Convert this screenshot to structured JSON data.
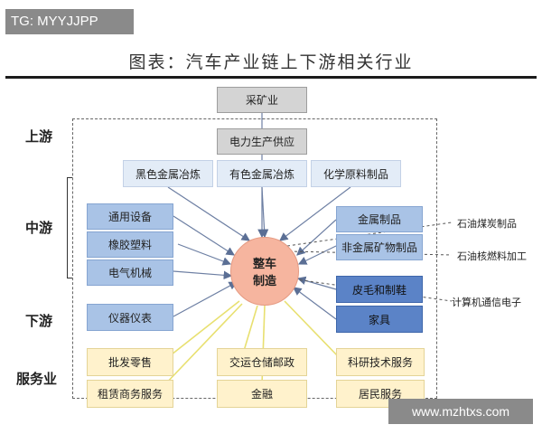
{
  "tag": "TG: MYYJJPP",
  "title": "图表：汽车产业链上下游相关行业",
  "stages": {
    "upstream": "上游",
    "midstream": "中游",
    "downstream": "下游",
    "service": "服务业"
  },
  "core": {
    "line1": "整车",
    "line2": "制造"
  },
  "upstream_boxes": [
    "采矿业",
    "电力生产供应"
  ],
  "materials": [
    "黑色金属冶炼",
    "有色金属冶炼",
    "化学原料制品"
  ],
  "mid_left": [
    "通用设备",
    "橡胶塑料",
    "电气机械"
  ],
  "mid_right": [
    "金属制品",
    "非金属矿物制品"
  ],
  "down_left": "仪器仪表",
  "down_right": [
    "皮毛和制鞋",
    "家具"
  ],
  "service_top": [
    "批发零售",
    "交运仓储邮政",
    "科研技术服务"
  ],
  "service_bottom": [
    "租赁商务服务",
    "金融",
    "居民服务"
  ],
  "side_labels": [
    "石油煤炭制品",
    "石油核燃料加工",
    "计算机通信电子"
  ],
  "watermark": "www.mzhtxs.com"
}
